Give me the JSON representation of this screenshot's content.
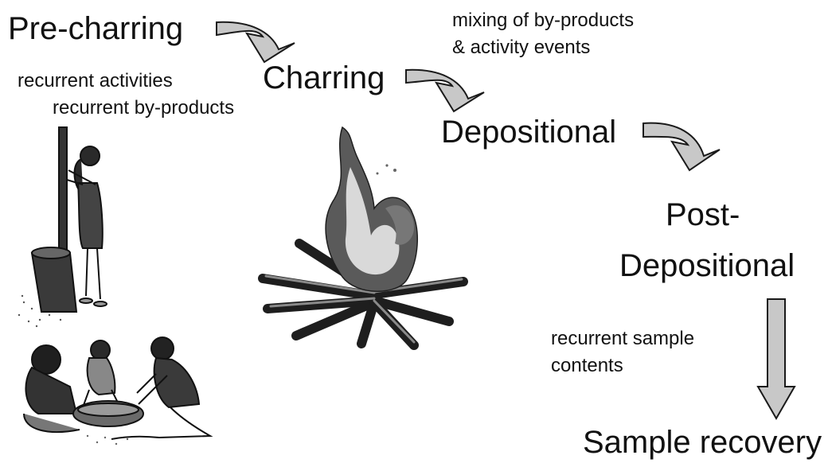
{
  "stages": {
    "pre_charring": "Pre-charring",
    "charring": "Charring",
    "depositional": "Depositional",
    "post_depositional_line1": "Post-",
    "post_depositional_line2": "Depositional",
    "sample_recovery": "Sample recovery"
  },
  "notes": {
    "recurrent_activities": "recurrent activities",
    "recurrent_by_products": "recurrent by-products",
    "mixing_line1": "mixing of by-products",
    "mixing_line2": "& activity events",
    "recurrent_sample_line1": "recurrent sample",
    "recurrent_sample_line2": "contents"
  },
  "illustrations": [
    "woman-pounding-grain-illustration",
    "women-sorting-grain-illustration",
    "campfire-illustration"
  ],
  "colors": {
    "arrow_fill": "#c8c8c8",
    "arrow_stroke": "#1a1a1a",
    "fire_dark": "#555555",
    "fire_light": "#d9d9d9"
  }
}
